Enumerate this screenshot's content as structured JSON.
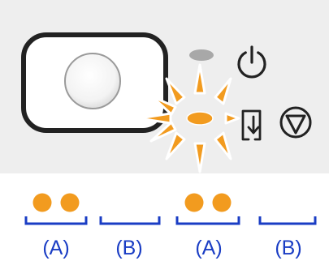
{
  "colors": {
    "panel_background": "#eeeeee",
    "outline": "#222222",
    "lamp_lit": "#f29b1f",
    "lamp_off": "#a8a8a8",
    "sequence_accent": "#1a3dc4"
  },
  "icons": {
    "power": "power-icon",
    "paper_feed": "paper-feed-icon",
    "stop": "stop-icon"
  },
  "lamps": {
    "top": "off",
    "lower": "flashing"
  },
  "sequence": {
    "segments": [
      {
        "label": "(A)",
        "lamp_state": "on"
      },
      {
        "label": "(B)",
        "lamp_state": "off"
      },
      {
        "label": "(A)",
        "lamp_state": "on"
      },
      {
        "label": "(B)",
        "lamp_state": "off"
      }
    ]
  }
}
